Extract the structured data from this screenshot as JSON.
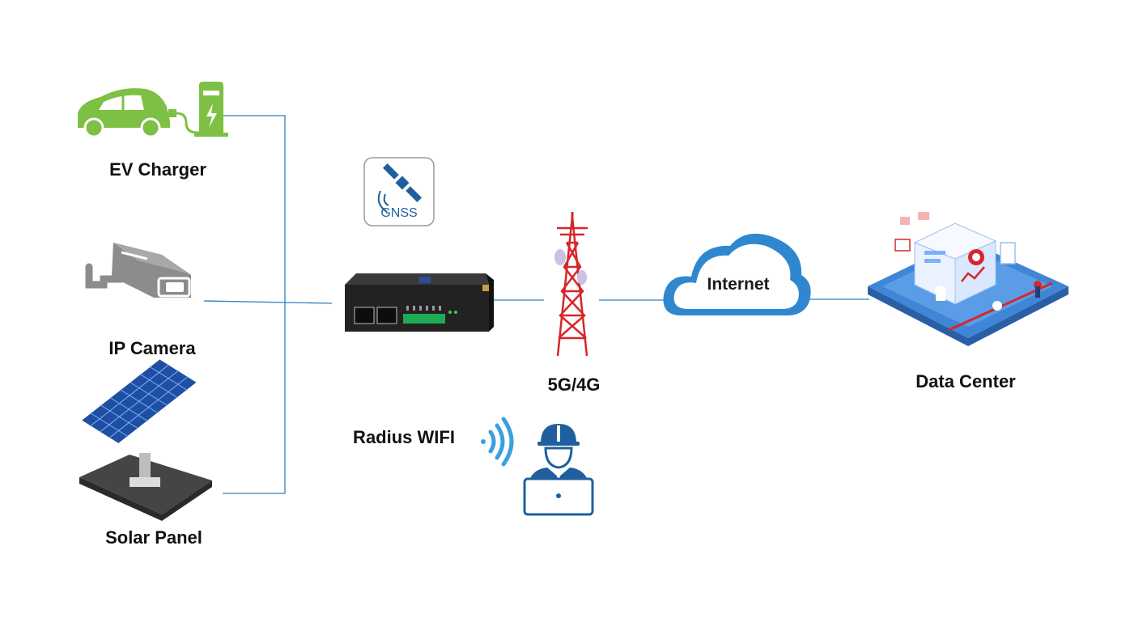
{
  "colors": {
    "line": "#2f7fc1",
    "green": "#7dc043",
    "gray": "#8c8c8c",
    "dark": "#3a3a3a",
    "red": "#d7262a",
    "blue": "#1f5f9e",
    "sky": "#3aa0e0"
  },
  "nodes": {
    "ev_charger": {
      "label": "EV Charger",
      "icon": "ev-charger-icon"
    },
    "ip_camera": {
      "label": "IP Camera",
      "icon": "cctv-camera-icon"
    },
    "solar_panel": {
      "label": "Solar Panel",
      "icon": "solar-panel-icon"
    },
    "gnss": {
      "label": "GNSS",
      "icon": "satellite-icon"
    },
    "router": {
      "icon": "industrial-router-icon"
    },
    "tower": {
      "label": "5G/4G",
      "icon": "cell-tower-icon"
    },
    "internet": {
      "label": "Internet",
      "icon": "cloud-icon"
    },
    "data_center": {
      "label": "Data Center",
      "icon": "data-center-icon"
    },
    "wifi": {
      "label": "Radius WIFI",
      "icon": "wifi-signal-icon"
    },
    "engineer": {
      "icon": "engineer-laptop-icon"
    }
  }
}
